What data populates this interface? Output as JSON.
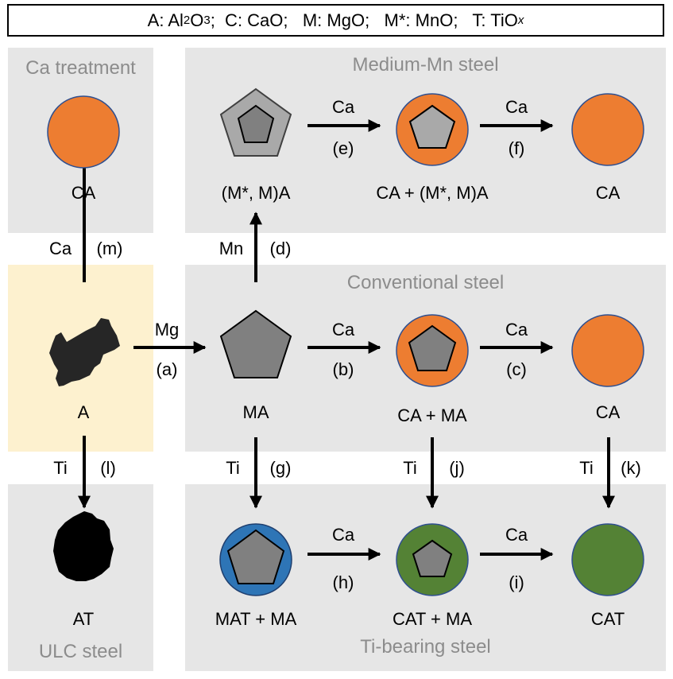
{
  "legend": {
    "part1": "A: Al",
    "sub1": "2",
    "part2": "O",
    "sub2": "3",
    "part3": ";  C: CaO;   M: MgO;   M*: MnO;   T: TiO",
    "sub3": "x"
  },
  "panels": {
    "ca_treatment": "Ca treatment",
    "medium_mn": "Medium-Mn steel",
    "conventional": "Conventional steel",
    "ulc": "ULC steel",
    "ti_bearing": "Ti-bearing steel"
  },
  "inclusions": {
    "ca_top": "CA",
    "a": "A",
    "at": "AT",
    "mma": "(M*, M)A",
    "ca_mma": "CA + (M*, M)A",
    "ca_mn": "CA",
    "ma": "MA",
    "ca_ma": "CA + MA",
    "ca_conv": "CA",
    "mat_ma": "MAT + MA",
    "cat_ma": "CAT + MA",
    "cat": "CAT"
  },
  "steps": {
    "m": {
      "element": "Ca",
      "step": "(m)"
    },
    "l": {
      "element": "Ti",
      "step": "(l)"
    },
    "a": {
      "element": "Mg",
      "step": "(a)"
    },
    "d": {
      "element": "Mn",
      "step": "(d)"
    },
    "e": {
      "element": "Ca",
      "step": "(e)"
    },
    "f": {
      "element": "Ca",
      "step": "(f)"
    },
    "b": {
      "element": "Ca",
      "step": "(b)"
    },
    "c": {
      "element": "Ca",
      "step": "(c)"
    },
    "g": {
      "element": "Ti",
      "step": "(g)"
    },
    "j": {
      "element": "Ti",
      "step": "(j)"
    },
    "k": {
      "element": "Ti",
      "step": "(k)"
    },
    "h": {
      "element": "Ca",
      "step": "(h)"
    },
    "i": {
      "element": "Ca",
      "step": "(i)"
    }
  },
  "colors": {
    "panel_gray": "#e6e6e6",
    "panel_yellow": "#fdf1cf",
    "title_gray": "#8c8c8c",
    "ca_orange": "#ed7d31",
    "mat_blue": "#2e75b6",
    "cat_green": "#548235",
    "ma_gray": "#808080",
    "mma_gray": "#a9a9a9"
  }
}
